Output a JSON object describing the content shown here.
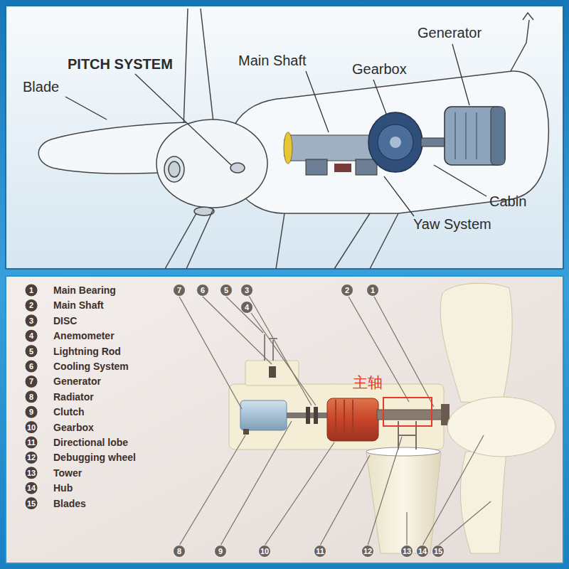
{
  "diagram": {
    "nodes": [
      {
        "text": [
          "主轴"
        ]
      }
    ],
    "labels": [
      "Blade",
      "PITCH SYSTEM",
      "Main Shaft",
      "Gearbox",
      "Generator",
      "Cabin",
      "Yaw System",
      "1",
      "Main Bearing",
      "2",
      "Main Shaft",
      "3",
      "DISC",
      "4",
      "Anemometer",
      "5",
      "Lightning Rod",
      "6",
      "Cooling System",
      "7",
      "Generator",
      "8",
      "Radiator",
      "9",
      "Clutch",
      "10",
      "Gearbox",
      "11",
      "Directional lobe",
      "12",
      "Debugging wheel",
      "13",
      "Tower",
      "14",
      "Hub",
      "15",
      "Blades",
      "7",
      "6",
      "5",
      "3",
      "4",
      "2",
      "1",
      "8",
      "9",
      "10",
      "11",
      "12",
      "13",
      "14",
      "15"
    ]
  }
}
